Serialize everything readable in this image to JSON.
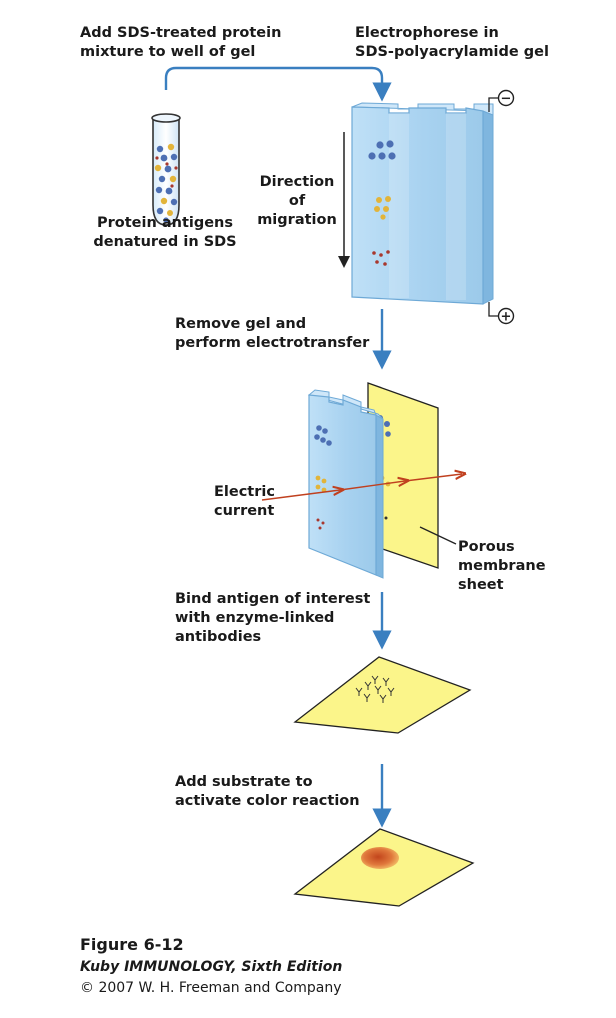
{
  "labels": {
    "add_mixture": [
      "Add SDS-treated protein",
      "mixture to well of gel"
    ],
    "electrophorese": [
      "Electrophorese in",
      "SDS-polyacrylamide gel"
    ],
    "protein_antigens": [
      "Protein antigens",
      "denatured in SDS"
    ],
    "direction": [
      "Direction",
      "of",
      "migration"
    ],
    "remove_gel": [
      "Remove gel and",
      "perform electrotransfer"
    ],
    "electric_current": [
      "Electric",
      "current"
    ],
    "porous_membrane": [
      "Porous",
      "membrane",
      "sheet"
    ],
    "bind_antigen": [
      "Bind antigen of interest",
      "with enzyme-linked",
      "antibodies"
    ],
    "add_substrate": [
      "Add substrate to",
      "activate color reaction"
    ]
  },
  "electrodes": {
    "negative": "−",
    "positive": "+"
  },
  "caption": {
    "figure": "Figure 6-12",
    "book": "Kuby IMMUNOLOGY, Sixth Edition",
    "copyright": "© 2007 W. H. Freeman and Company"
  },
  "colors": {
    "gel": "#a9d4f1",
    "gel_edge": "#6ea9d6",
    "membrane": "#fbf58a",
    "arrow": "#3a7fc0",
    "band_large": "#4d6fb3",
    "band_medium": "#e2b43a",
    "band_small": "#a8382e",
    "current_arrow": "#c0401f",
    "color_spot": "#d9622c"
  }
}
